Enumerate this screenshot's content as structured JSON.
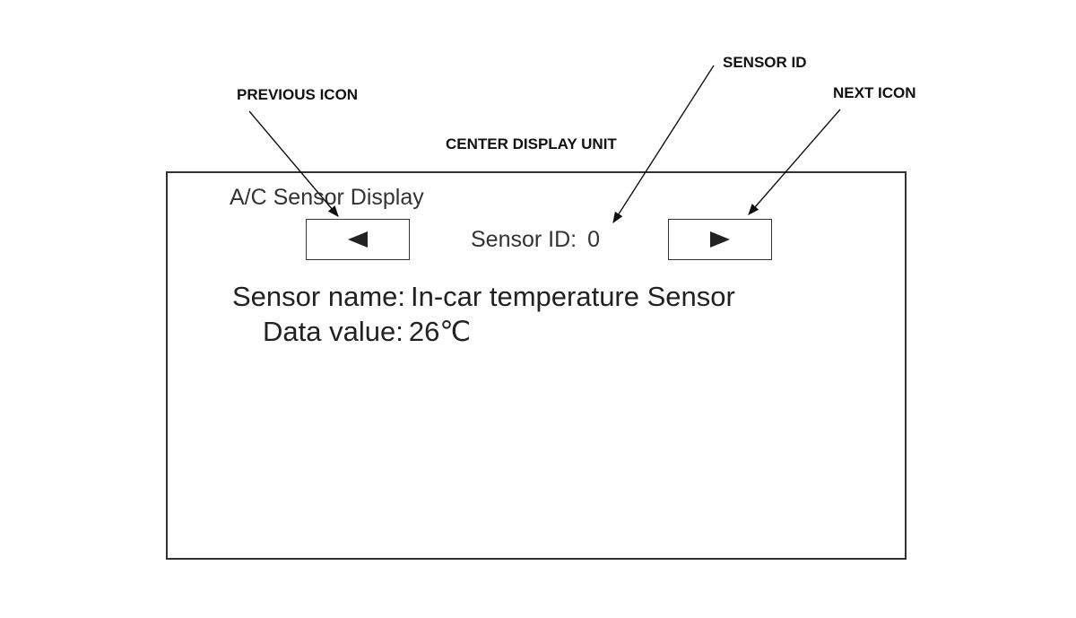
{
  "callouts": {
    "sensor_id": "SENSOR ID",
    "previous_icon": "PREVIOUS ICON",
    "next_icon": "NEXT ICON",
    "center_display_unit": "CENTER DISPLAY UNIT"
  },
  "screen": {
    "title": "A/C Sensor Display",
    "sensor_id_label": "Sensor ID:",
    "sensor_id_value": "0",
    "sensor_name_label": "Sensor name:",
    "sensor_name_value": "In-car temperature Sensor",
    "data_value_label": "Data value:",
    "data_value": "26℃"
  },
  "icons": {
    "previous": "previous-arrow-icon",
    "next": "next-arrow-icon"
  }
}
